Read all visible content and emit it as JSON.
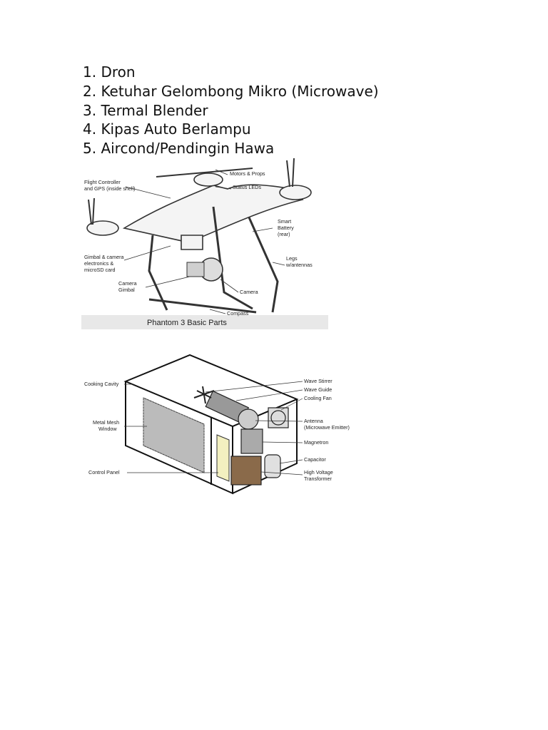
{
  "list": {
    "items": [
      "1. Dron",
      "2. Ketuhar Gelombong Mikro (Microwave)",
      "3. Termal Blender",
      "4. Kipas Auto Berlampu",
      "5. Aircond/Pendingin Hawa"
    ]
  },
  "drone": {
    "caption": "Phantom 3 Basic Parts",
    "labels": {
      "flight_controller_1": "Flight Controller",
      "flight_controller_2": "and GPS (inside shell)",
      "motors": "Motors & Props",
      "status": "Status LEDs",
      "battery_1": "Smart",
      "battery_2": "Battery",
      "battery_3": "(rear)",
      "gimbal_elec_1": "Gimbal & camera",
      "gimbal_elec_2": "electronics &",
      "gimbal_elec_3": "microSD card",
      "legs_1": "Legs",
      "legs_2": "w/antennas",
      "camera_gimbal_1": "Camera",
      "camera_gimbal_2": "Gimbal",
      "camera": "Camera",
      "compass": "Compass"
    }
  },
  "microwave": {
    "labels": {
      "cooking_cavity": "Cooking Cavity",
      "metal_mesh_1": "Metal Mesh",
      "metal_mesh_2": "Window",
      "control_panel": "Control Panel",
      "wave_stirrer": "Wave Stirrer",
      "wave_guide": "Wave Guide",
      "cooling_fan": "Cooling Fan",
      "antenna_1": "Antenna",
      "antenna_2": "(Microwave Emitter)",
      "magnetron": "Magnetron",
      "capacitor": "Capacitor",
      "hv_1": "High Voltage",
      "hv_2": "Transformer"
    }
  }
}
